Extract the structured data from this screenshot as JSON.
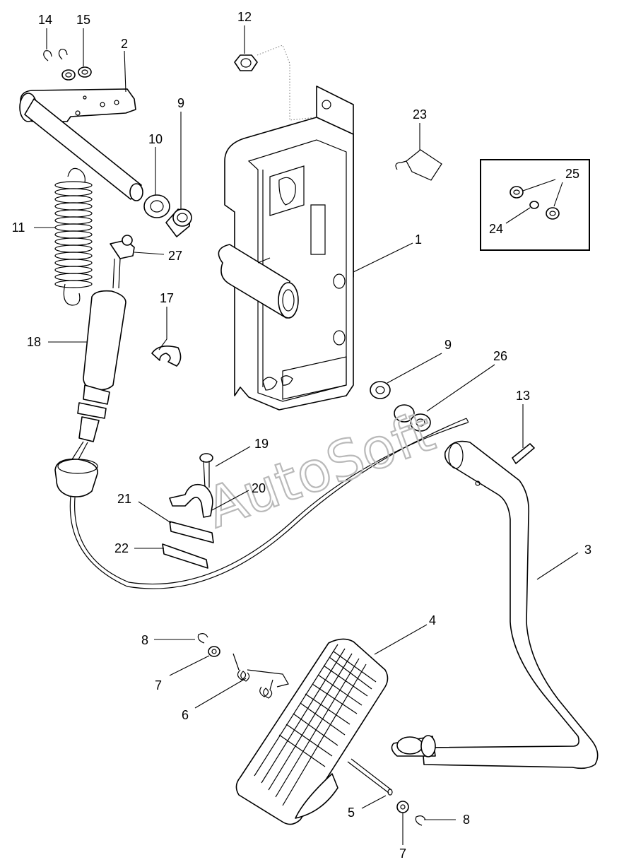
{
  "callouts": [
    {
      "id": "c14",
      "text": "14"
    },
    {
      "id": "c15",
      "text": "15"
    },
    {
      "id": "c2",
      "text": "2"
    },
    {
      "id": "c12",
      "text": "12"
    },
    {
      "id": "c9a",
      "text": "9"
    },
    {
      "id": "c10",
      "text": "10"
    },
    {
      "id": "c23",
      "text": "23"
    },
    {
      "id": "c25",
      "text": "25"
    },
    {
      "id": "c24",
      "text": "24"
    },
    {
      "id": "c11",
      "text": "11"
    },
    {
      "id": "c27",
      "text": "27"
    },
    {
      "id": "c1",
      "text": "1"
    },
    {
      "id": "c17",
      "text": "17"
    },
    {
      "id": "c18",
      "text": "18"
    },
    {
      "id": "c9b",
      "text": "9"
    },
    {
      "id": "c26",
      "text": "26"
    },
    {
      "id": "c13",
      "text": "13"
    },
    {
      "id": "c19",
      "text": "19"
    },
    {
      "id": "c20",
      "text": "20"
    },
    {
      "id": "c21",
      "text": "21"
    },
    {
      "id": "c22",
      "text": "22"
    },
    {
      "id": "c3",
      "text": "3"
    },
    {
      "id": "c4",
      "text": "4"
    },
    {
      "id": "c8a",
      "text": "8"
    },
    {
      "id": "c7a",
      "text": "7"
    },
    {
      "id": "c6",
      "text": "6"
    },
    {
      "id": "c5",
      "text": "5"
    },
    {
      "id": "c8b",
      "text": "8"
    },
    {
      "id": "c7b",
      "text": "7"
    }
  ],
  "watermark": "AutoSoft"
}
